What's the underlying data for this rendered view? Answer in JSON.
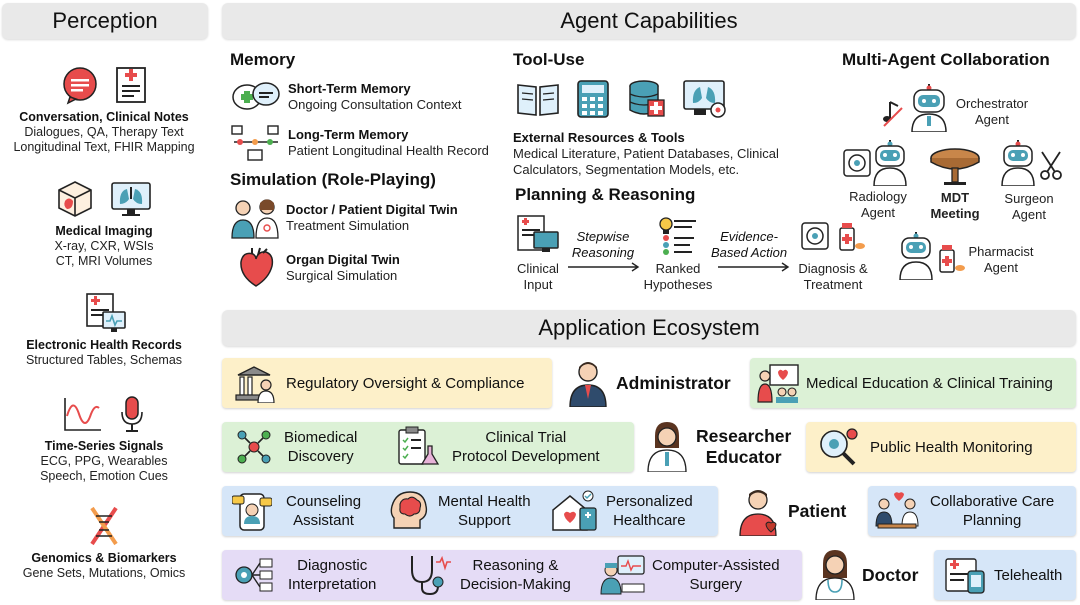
{
  "headers": {
    "perception": "Perception",
    "capabilities": "Agent Capabilities",
    "ecosystem": "Application Ecosystem"
  },
  "perception": [
    {
      "title": "Conversation, Clinical Notes",
      "desc1": "Dialogues, QA, Therapy Text",
      "desc2": "Longitudinal Text, FHIR Mapping"
    },
    {
      "title": "Medical Imaging",
      "desc1": "X-ray, CXR, WSIs",
      "desc2": "CT, MRI Volumes"
    },
    {
      "title": "Electronic Health Records",
      "desc1": "Structured Tables, Schemas",
      "desc2": ""
    },
    {
      "title": "Time-Series Signals",
      "desc1": "ECG, PPG, Wearables",
      "desc2": "Speech, Emotion Cues"
    },
    {
      "title": "Genomics & Biomarkers",
      "desc1": "Gene Sets, Mutations, Omics",
      "desc2": ""
    }
  ],
  "memory": {
    "title": "Memory",
    "short_title": "Short-Term Memory",
    "short_desc": "Ongoing Consultation Context",
    "long_title": "Long-Term Memory",
    "long_desc": "Patient Longitudinal Health Record"
  },
  "simulation": {
    "title": "Simulation (Role-Playing)",
    "twin_title": "Doctor / Patient Digital Twin",
    "twin_desc": "Treatment Simulation",
    "organ_title": "Organ Digital Twin",
    "organ_desc": "Surgical Simulation"
  },
  "tool_use": {
    "title": "Tool-Use",
    "ext_title": "External Resources & Tools",
    "ext_desc1": "Medical Literature, Patient Databases, Clinical",
    "ext_desc2": "Calculators, Segmentation Models, etc."
  },
  "planning": {
    "title": "Planning & Reasoning",
    "step1a": "Clinical",
    "step1b": "Input",
    "arrow1a": "Stepwise",
    "arrow1b": "Reasoning",
    "step2a": "Ranked",
    "step2b": "Hypotheses",
    "arrow2a": "Evidence-",
    "arrow2b": "Based Action",
    "step3a": "Diagnosis &",
    "step3b": "Treatment"
  },
  "multi_agent": {
    "title": "Multi-Agent Collaboration",
    "orch1": "Orchestrator",
    "orch2": "Agent",
    "rad1": "Radiology",
    "rad2": "Agent",
    "mdt1": "MDT",
    "mdt2": "Meeting",
    "surg1": "Surgeon",
    "surg2": "Agent",
    "pharm1": "Pharmacist",
    "pharm2": "Agent"
  },
  "ecosystem": {
    "row1": {
      "left": "Regulatory Oversight & Compliance",
      "role": "Administrator",
      "right": "Medical Education & Clinical Training"
    },
    "row2": {
      "a1": "Biomedical",
      "a2": "Discovery",
      "b1": "Clinical Trial",
      "b2": "Protocol Development",
      "role1": "Researcher",
      "role2": "Educator",
      "right": "Public Health Monitoring"
    },
    "row3": {
      "a1": "Counseling",
      "a2": "Assistant",
      "b1": "Mental Health",
      "b2": "Support",
      "c1": "Personalized",
      "c2": "Healthcare",
      "role": "Patient",
      "r1": "Collaborative Care",
      "r2": "Planning"
    },
    "row4": {
      "a1": "Diagnostic",
      "a2": "Interpretation",
      "b1": "Reasoning &",
      "b2": "Decision-Making",
      "c1": "Computer-Assisted",
      "c2": "Surgery",
      "role": "Doctor",
      "right": "Telehealth"
    }
  },
  "colors": {
    "header_bg": "#e9e9e9",
    "yellow": "#fdf0c9",
    "green": "#dcf1d6",
    "blue": "#d6e6f8",
    "purple": "#e5dcf6",
    "red": "#e74c4c",
    "teal": "#4aa0b5"
  }
}
